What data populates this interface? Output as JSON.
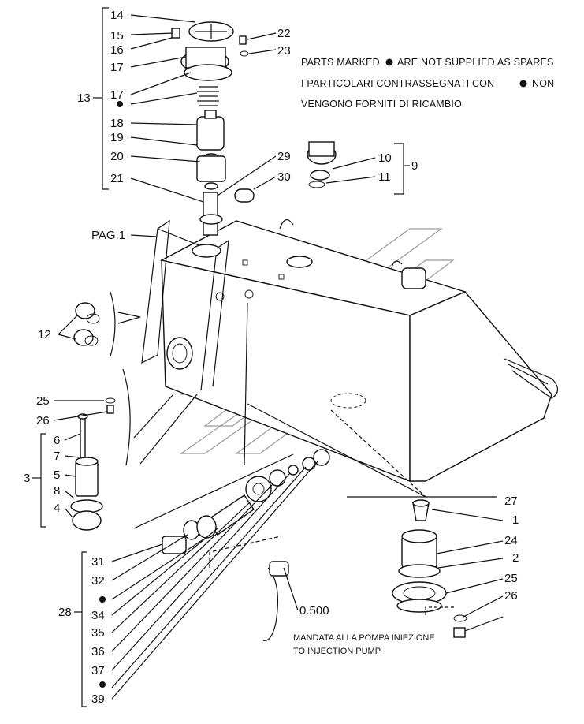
{
  "notes": {
    "line1a": "PARTS MARKED",
    "line1b": "ARE NOT SUPPLIED AS SPARES",
    "line2a": "I PARTICOLARI CONTRASSEGNATI CON",
    "line2b": "NON",
    "line3": "VENGONO FORNITI DI RICAMBIO"
  },
  "page_ref": "PAG.1",
  "outlet_ref": "0.500",
  "outlet_note_it": "MANDATA ALLA POMPA INIEZIONE",
  "outlet_note_en": "TO INJECTION PUMP",
  "group_labels": {
    "g13": "13",
    "g9": "9",
    "g12": "12",
    "g3": "3",
    "g28": "28"
  },
  "filler_group": [
    "14",
    "15",
    "16",
    "17",
    "17",
    "18",
    "19",
    "20",
    "21"
  ],
  "screws_right": [
    "22",
    "23"
  ],
  "cap_group": [
    "10",
    "11"
  ],
  "mid_labels": [
    "29",
    "30"
  ],
  "left_small": [
    "25",
    "26"
  ],
  "tap_group": [
    "6",
    "7",
    "5",
    "8",
    "4"
  ],
  "outlet_group": [
    "31",
    "32",
    "34",
    "35",
    "36",
    "37",
    "39"
  ],
  "sender_group": [
    "27",
    "1",
    "24",
    "2",
    "25",
    "26"
  ],
  "colors": {
    "ink": "#111111",
    "background": "#ffffff",
    "watermark": "#9a9a9a"
  },
  "icons": [
    "bullet-dot-icon"
  ]
}
